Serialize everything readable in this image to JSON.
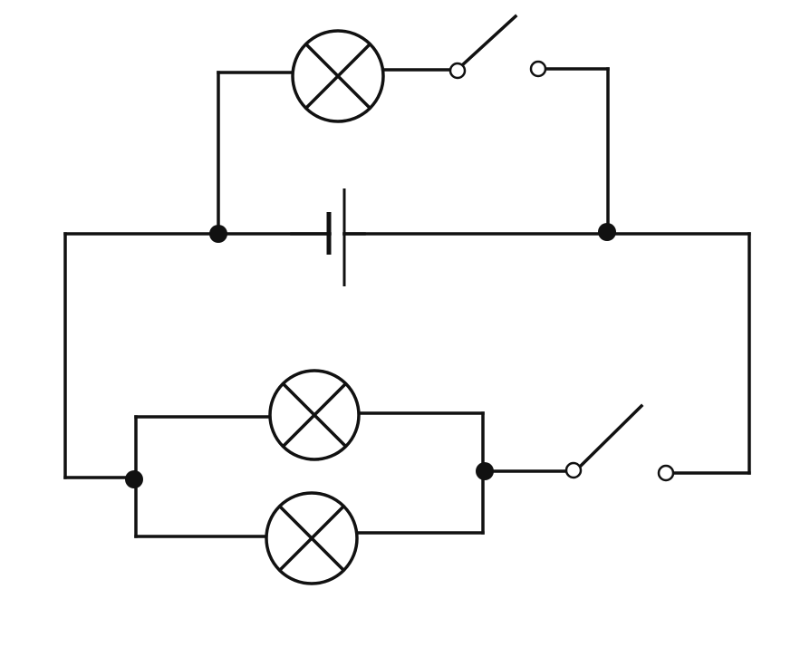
{
  "diagram": {
    "components": {
      "lamps": [
        {
          "id": "lamp-top",
          "icon": "lamp-icon"
        },
        {
          "id": "lamp-bottom-upper",
          "icon": "lamp-icon"
        },
        {
          "id": "lamp-bottom-lower",
          "icon": "lamp-icon"
        }
      ],
      "switches": [
        {
          "id": "switch-top",
          "state": "open",
          "icon": "switch-open-icon"
        },
        {
          "id": "switch-bottom",
          "state": "open",
          "icon": "switch-open-icon"
        }
      ],
      "batteries": [
        {
          "id": "battery",
          "icon": "battery-cell-icon"
        }
      ],
      "junctions": 4
    },
    "colors": {
      "stroke": "#111111",
      "background": "#ffffff"
    }
  }
}
